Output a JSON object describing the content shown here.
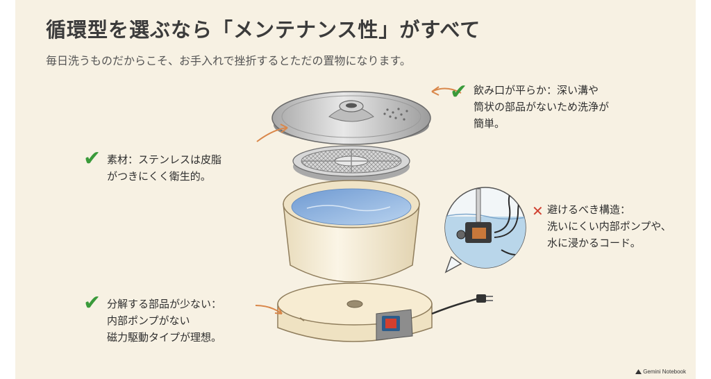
{
  "heading": {
    "title": "循環型を選ぶなら「メンテナンス性」がすべて",
    "subtitle": "毎日洗うものだからこそ、お手入れで挫折するとただの置物になります。"
  },
  "notes": {
    "spout": {
      "mark": "✔",
      "lines": [
        "飲み口が平らか：深い溝や",
        "筒状の部品がないため洗浄が",
        "簡単。"
      ]
    },
    "material": {
      "mark": "✔",
      "lines": [
        "素材：ステンレスは皮脂",
        "がつきにくく衛生的。"
      ]
    },
    "avoid": {
      "mark": "✕",
      "lines": [
        "避けるべき構造：",
        "洗いにくい内部ポンプや、",
        "水に浸かるコード。"
      ]
    },
    "parts": {
      "mark": "✔",
      "lines": [
        "分解する部品が少ない：",
        "内部ポンプがない",
        "磁力駆動タイプが理想。"
      ]
    }
  },
  "brand": {
    "icon": "gemini-notebook-logo",
    "label": "Gemini Notebook"
  },
  "colors": {
    "check": "#3a9a3a",
    "cross": "#d04030",
    "arrow": "#d9874a",
    "water": "#8fb4de",
    "body": "#f4ead4",
    "steel": "#c9c9c9"
  }
}
